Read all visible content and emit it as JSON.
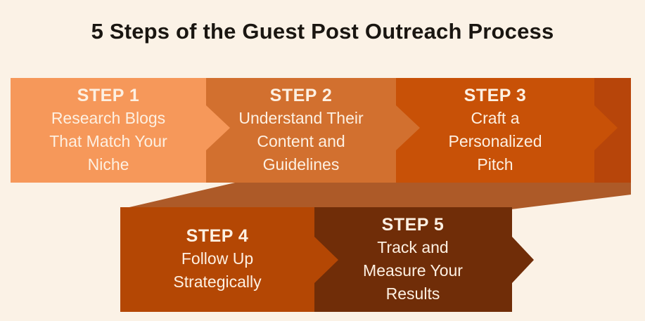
{
  "title": "5 Steps of the Guest Post Outreach Process",
  "colors": {
    "page_bg": "#fbf2e6",
    "title_text": "#1a1611",
    "step_text": "#fdf0e2",
    "ribbon_fold": "#ad5a28",
    "ribbon_end_cap": "#b7450a"
  },
  "steps": [
    {
      "label": "STEP 1",
      "text": "Research Blogs That Match Your Niche",
      "color": "#f6985a"
    },
    {
      "label": "STEP 2",
      "text": "Understand Their Content and Guidelines",
      "color": "#d2702f"
    },
    {
      "label": "STEP 3",
      "text": "Craft a Personalized Pitch",
      "color": "#c85107"
    },
    {
      "label": "STEP 4",
      "text": "Follow Up Strategically",
      "color": "#b44704"
    },
    {
      "label": "STEP 5",
      "text": "Track and Measure Your Results",
      "color": "#702d08"
    }
  ]
}
